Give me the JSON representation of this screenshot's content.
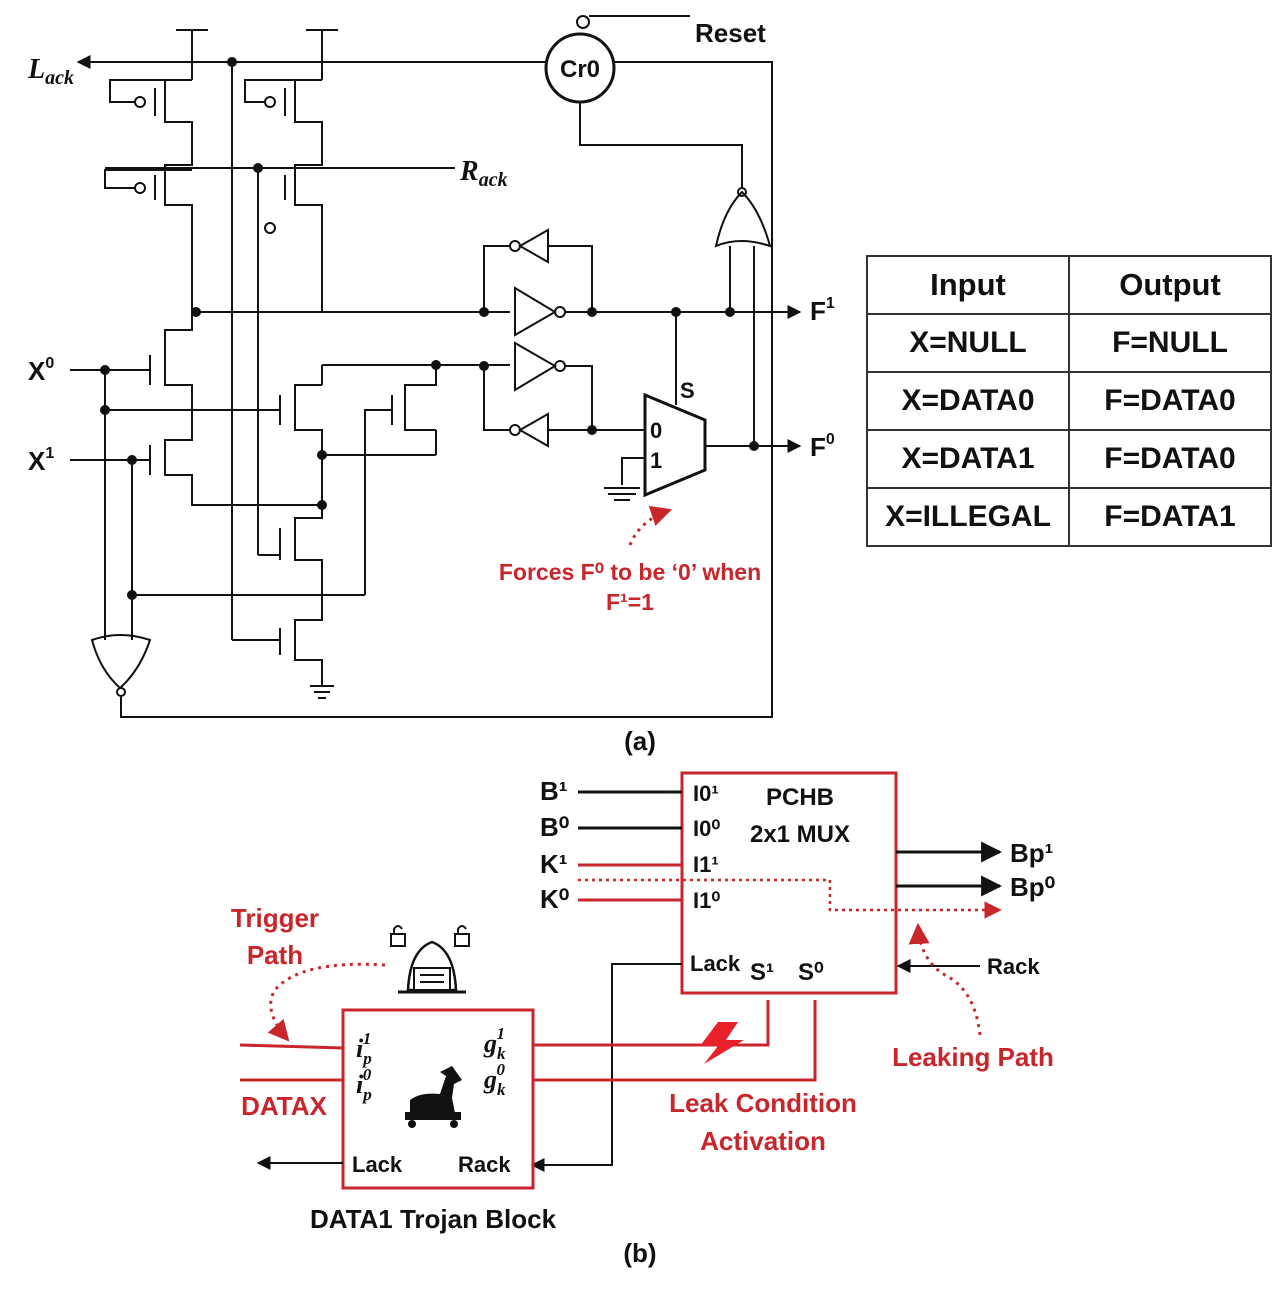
{
  "panel_a": {
    "caption": "(a)",
    "signals": {
      "lack": "L",
      "lack_sub": "ack",
      "rack": "R",
      "rack_sub": "ack",
      "reset": "Reset",
      "celement": "Cr0",
      "x0": "X",
      "x0_sup": "0",
      "x1": "X",
      "x1_sup": "1",
      "f1": "F",
      "f1_sup": "1",
      "f0": "F",
      "f0_sup": "0",
      "mux_sel": "S",
      "mux_in0": "0",
      "mux_in1": "1"
    },
    "annotation_line1": "Forces F⁰ to be ‘0’ when",
    "annotation_line2": "F¹=1",
    "truth_table": {
      "headers": [
        "Input",
        "Output"
      ],
      "rows": [
        [
          "X=NULL",
          "F=NULL"
        ],
        [
          "X=DATA0",
          "F=DATA0"
        ],
        [
          "X=DATA1",
          "F=DATA0"
        ],
        [
          "X=ILLEGAL",
          "F=DATA1"
        ]
      ]
    }
  },
  "panel_b": {
    "caption": "(b)",
    "pchb": {
      "title1": "PCHB",
      "title2": "2x1 MUX",
      "in_b1": "I0¹",
      "in_b0": "I0⁰",
      "in_k1": "I1¹",
      "in_k0": "I1⁰",
      "lack": "Lack",
      "s1": "S¹",
      "s0": "S⁰"
    },
    "inputs": {
      "b1": "B¹",
      "b0": "B⁰",
      "k1": "K¹",
      "k0": "K⁰"
    },
    "outputs": {
      "bp1": "Bp¹",
      "bp0": "Bp⁰",
      "rack": "Rack"
    },
    "trojan": {
      "name": "DATA1 Trojan Block",
      "ip1": "i",
      "ip1_sub": "p",
      "ip1_sup": "1",
      "ip0": "i",
      "ip0_sub": "p",
      "ip0_sup": "0",
      "gk1": "g",
      "gk1_sub": "k",
      "gk1_sup": "1",
      "gk0": "g",
      "gk0_sub": "k",
      "gk0_sup": "0",
      "lack": "Lack",
      "rack": "Rack",
      "datax": "DATAX"
    },
    "labels": {
      "trigger1": "Trigger",
      "trigger2": "Path",
      "leaking": "Leaking Path",
      "leak1": "Leak Condition",
      "leak2": "Activation"
    }
  },
  "colors": {
    "accent_red": "#c8262b",
    "wire": "#111111"
  }
}
